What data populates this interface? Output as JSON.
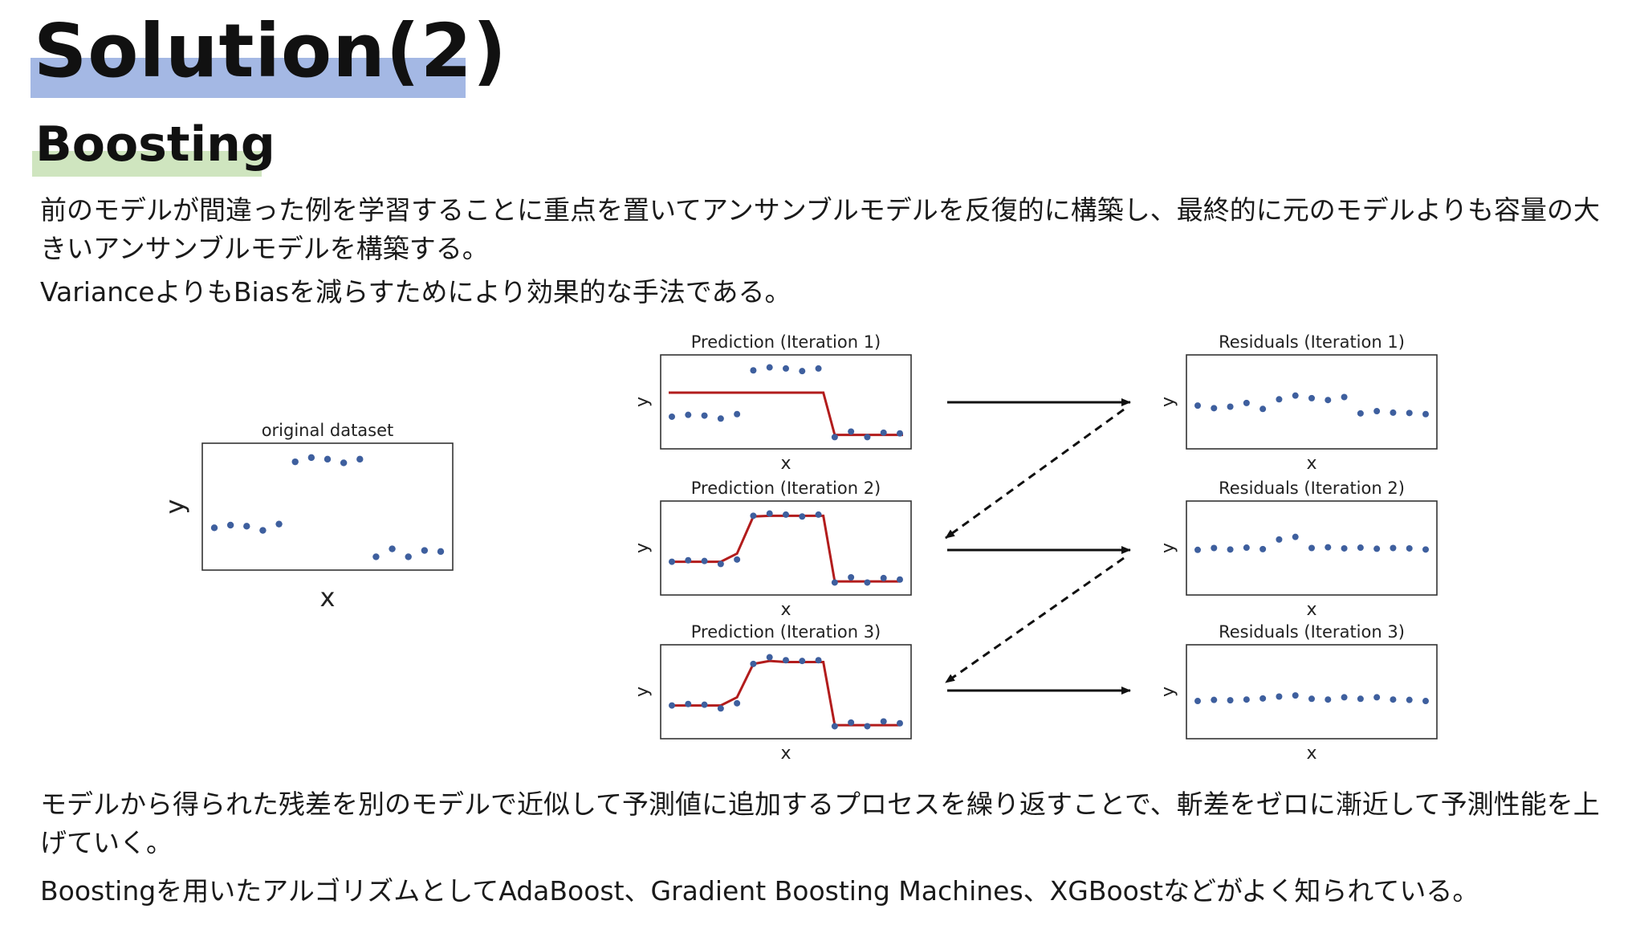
{
  "slide": {
    "title": "Solution(2)",
    "subtitle": "Boosting",
    "paragraph1_line1": "前のモデルが間違った例を学習することに重点を置いてアンサンブルモデルを反復的に構築し、最終的に元のモデルよりも容量の大",
    "paragraph1_line2": "きいアンサンブルモデルを構築する。",
    "paragraph2": "VarianceよりもBiasを減らすためにより効果的な手法である。",
    "paragraph3_line1": "モデルから得られた残差を別のモデルで近似して予測値に追加するプロセスを繰り返すことで、斬差をゼロに漸近して予測性能を上",
    "paragraph3_line2": "げていく。",
    "paragraph4": "Boostingを用いたアルゴリズムとしてAdaBoost、Gradient Boosting Machines、XGBoostなどがよく知られている。"
  },
  "colors": {
    "title_highlight": "#a4b8e4",
    "subtitle_highlight": "#cfe5bf",
    "point": "#3e5f9e",
    "prediction_line": "#b21c1c",
    "arrow": "#111111"
  },
  "figure": {
    "original": {
      "title": "original dataset",
      "xlabel": "x",
      "ylabel": "y",
      "y": [
        -0.45,
        -0.4,
        -0.42,
        -0.5,
        -0.38,
        0.8,
        0.88,
        0.85,
        0.78,
        0.85,
        -1.0,
        -0.85,
        -1.0,
        -0.88,
        -0.9
      ]
    },
    "panels": [
      {
        "id": "pred1",
        "title": "Prediction (Iteration 1)",
        "xlabel": "x",
        "ylabel": "y",
        "y": [
          -0.45,
          -0.4,
          -0.42,
          -0.5,
          -0.38,
          0.8,
          0.88,
          0.85,
          0.78,
          0.85,
          -1.0,
          -0.85,
          -1.0,
          -0.88,
          -0.9
        ],
        "line": [
          0.2,
          0.2,
          0.2,
          0.2,
          0.2,
          0.2,
          0.2,
          0.2,
          0.2,
          0.2,
          -0.94,
          -0.94,
          -0.94,
          -0.94,
          -0.94
        ]
      },
      {
        "id": "resid1",
        "title": "Residuals (Iteration 1)",
        "xlabel": "x",
        "ylabel": "y",
        "y": [
          -0.15,
          -0.22,
          -0.18,
          -0.08,
          -0.24,
          0.02,
          0.12,
          0.05,
          0.0,
          0.08,
          -0.36,
          -0.3,
          -0.34,
          -0.35,
          -0.38
        ]
      },
      {
        "id": "pred2",
        "title": "Prediction (Iteration 2)",
        "xlabel": "x",
        "ylabel": "y",
        "y": [
          -0.42,
          -0.38,
          -0.4,
          -0.48,
          -0.36,
          0.82,
          0.88,
          0.85,
          0.8,
          0.85,
          -0.98,
          -0.84,
          -0.98,
          -0.86,
          -0.9
        ],
        "line": [
          -0.42,
          -0.42,
          -0.42,
          -0.42,
          -0.2,
          0.8,
          0.82,
          0.82,
          0.82,
          0.82,
          -0.95,
          -0.95,
          -0.95,
          -0.95,
          -0.95
        ]
      },
      {
        "id": "resid2",
        "title": "Residuals (Iteration 2)",
        "xlabel": "x",
        "ylabel": "y",
        "y": [
          -0.1,
          -0.05,
          -0.09,
          -0.04,
          -0.08,
          0.18,
          0.25,
          -0.05,
          -0.03,
          -0.06,
          -0.04,
          -0.07,
          -0.05,
          -0.06,
          -0.09
        ]
      },
      {
        "id": "pred3",
        "title": "Prediction (Iteration 3)",
        "xlabel": "x",
        "ylabel": "y",
        "y": [
          -0.42,
          -0.38,
          -0.4,
          -0.5,
          -0.36,
          0.7,
          0.88,
          0.8,
          0.78,
          0.8,
          -0.98,
          -0.88,
          -0.98,
          -0.85,
          -0.9
        ],
        "line": [
          -0.42,
          -0.42,
          -0.42,
          -0.42,
          -0.2,
          0.7,
          0.78,
          0.75,
          0.75,
          0.75,
          -0.95,
          -0.95,
          -0.95,
          -0.95,
          -0.95
        ]
      },
      {
        "id": "resid3",
        "title": "Residuals (Iteration 3)",
        "xlabel": "x",
        "ylabel": "y",
        "y": [
          -0.3,
          -0.27,
          -0.28,
          -0.26,
          -0.23,
          -0.18,
          -0.15,
          -0.24,
          -0.26,
          -0.2,
          -0.24,
          -0.2,
          -0.26,
          -0.27,
          -0.3
        ]
      }
    ]
  }
}
